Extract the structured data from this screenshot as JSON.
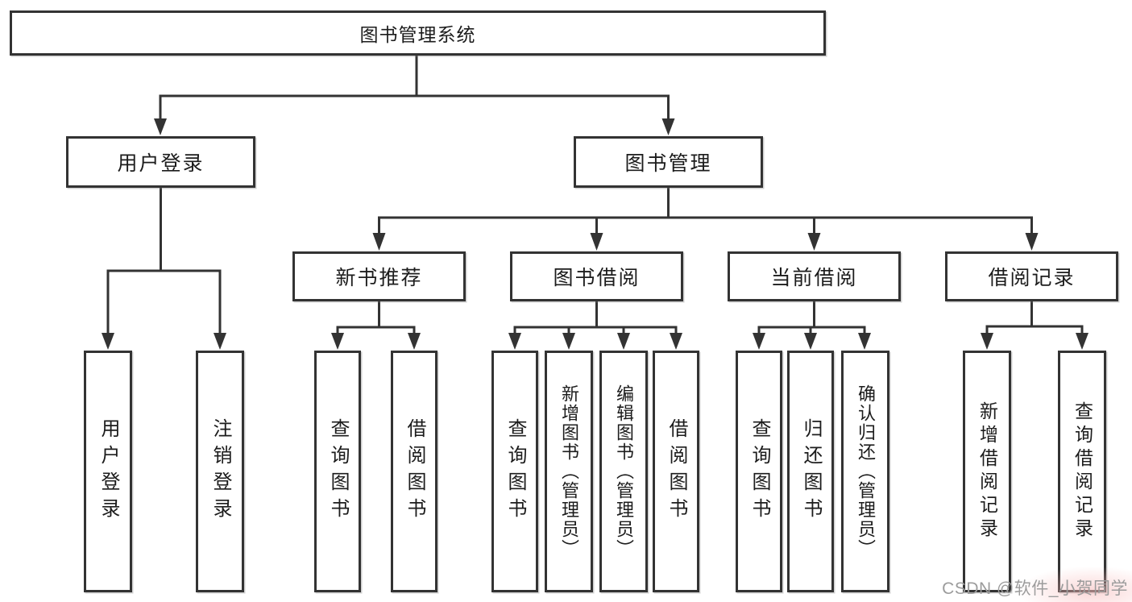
{
  "tree": {
    "root": {
      "label": "图书管理系统",
      "children": [
        {
          "label": "用户登录",
          "children": [
            {
              "label": "用户登录"
            },
            {
              "label": "注销登录"
            }
          ]
        },
        {
          "label": "图书管理",
          "children": [
            {
              "label": "新书推荐",
              "children": [
                {
                  "label": "查询图书"
                },
                {
                  "label": "借阅图书"
                }
              ]
            },
            {
              "label": "图书借阅",
              "children": [
                {
                  "label": "查询图书"
                },
                {
                  "label": "新增图书（管理员）"
                },
                {
                  "label": "编辑图书（管理员）"
                },
                {
                  "label": "借阅图书"
                }
              ]
            },
            {
              "label": "当前借阅",
              "children": [
                {
                  "label": "查询图书"
                },
                {
                  "label": "归还图书"
                },
                {
                  "label": "确认归还（管理员）"
                }
              ]
            },
            {
              "label": "借阅记录",
              "children": [
                {
                  "label": "新增借阅记录"
                },
                {
                  "label": "查询借阅记录"
                }
              ]
            }
          ]
        }
      ]
    }
  },
  "watermark": {
    "text": "CSDN @软件_小贺同学"
  },
  "colors": {
    "line": "#333333",
    "box_border": "#333333",
    "text": "#1c1c1c",
    "watermark_text": "#9c9c9c",
    "watermark_glow": "#f7b8b8",
    "background": "#ffffff"
  }
}
